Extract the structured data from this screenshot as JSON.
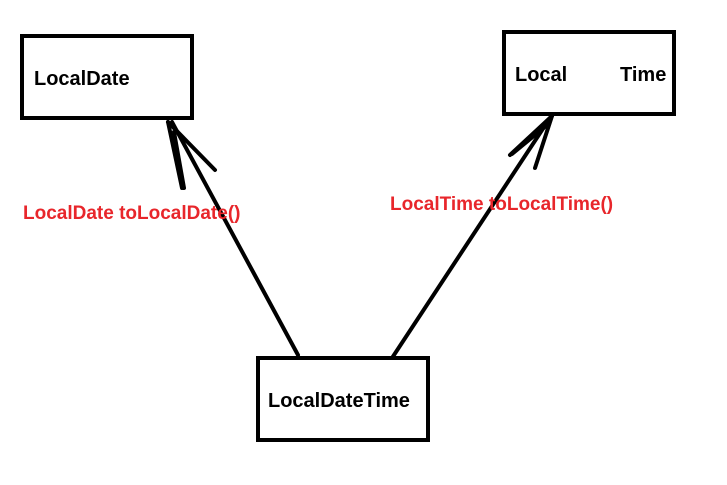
{
  "nodes": {
    "local_date": {
      "label": "LocalDate"
    },
    "local_time": {
      "label_left": "Local",
      "label_right": "Time"
    },
    "local_date_time": {
      "label": "LocalDateTime"
    }
  },
  "edges": {
    "to_local_date": {
      "label": "LocalDate toLocalDate()"
    },
    "to_local_time": {
      "label": "LocalTime toLocalTime()"
    }
  },
  "colors": {
    "stroke": "#000000",
    "edge_label": "#e8262b",
    "background": "#ffffff"
  }
}
